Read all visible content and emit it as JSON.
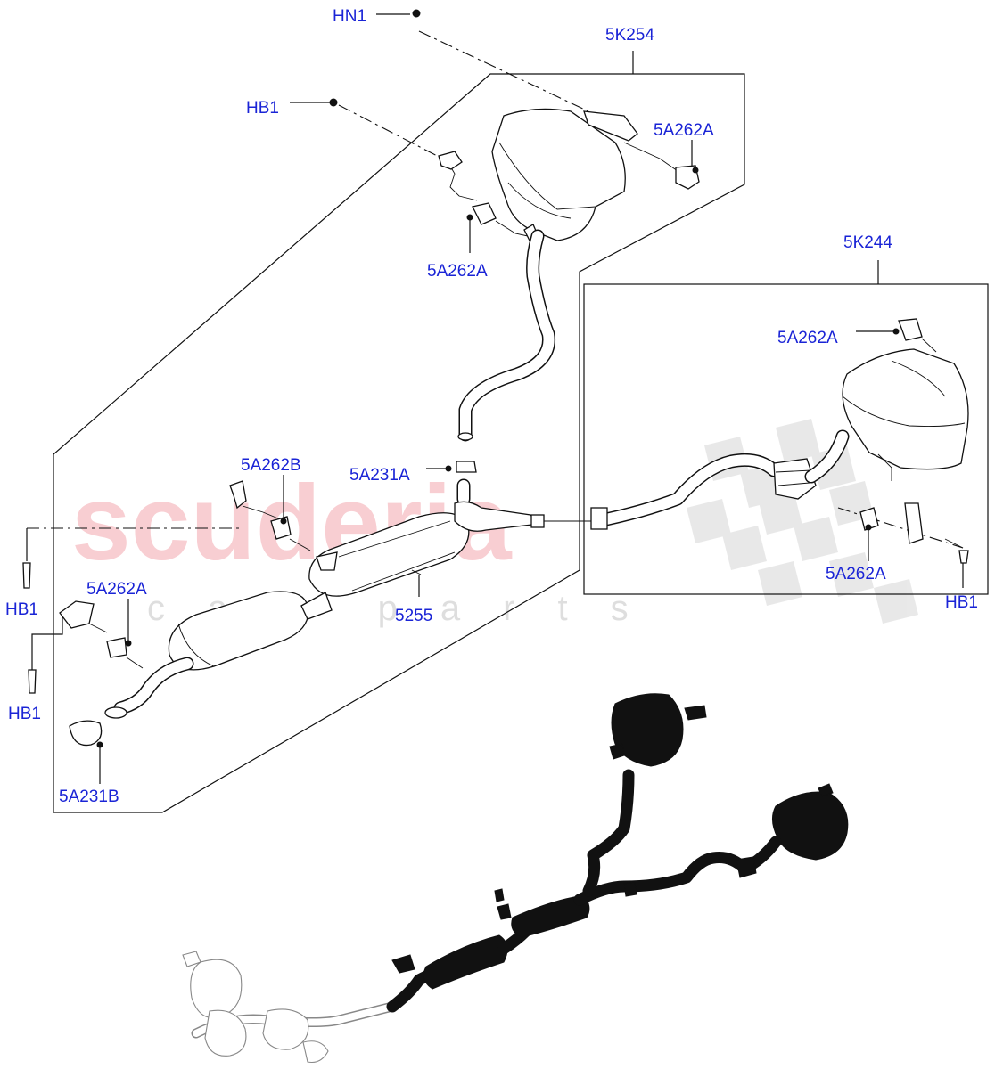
{
  "watermark": {
    "brand": "scuderia",
    "sub": "car parts"
  },
  "labels": {
    "hn1": "HN1",
    "k254": "5K254",
    "hb1_top": "HB1",
    "a262a_top_right": "5A262A",
    "a262a_top_mid": "5A262A",
    "k244": "5K244",
    "a262a_right_top": "5A262A",
    "a231a": "5A231A",
    "a262b": "5A262B",
    "a262a_left": "5A262A",
    "hb1_left_a": "HB1",
    "hb1_left_b": "HB1",
    "p5255": "5255",
    "a262a_right_bottom": "5A262A",
    "hb1_right": "HB1",
    "a231b": "5A231B"
  },
  "colors": {
    "label": "#1a24d6",
    "watermark": "#f3a7ae",
    "line": "#111111"
  }
}
